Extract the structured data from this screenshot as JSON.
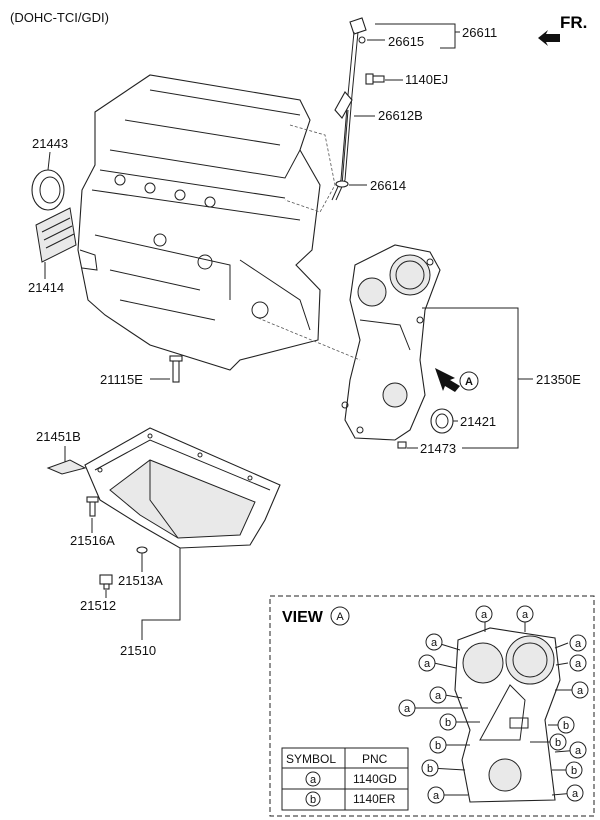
{
  "header": {
    "engine_variant": "(DOHC-TCI/GDI)",
    "front_label": "FR."
  },
  "parts": {
    "p26611": "26611",
    "p26615": "26615",
    "p1140EJ": "1140EJ",
    "p26612B": "26612B",
    "p26614": "26614",
    "p21443": "21443",
    "p21414": "21414",
    "p21115E": "21115E",
    "p21350E": "21350E",
    "p21421": "21421",
    "p21473": "21473",
    "p21451B": "21451B",
    "p21516A": "21516A",
    "p21513A": "21513A",
    "p21512": "21512",
    "p21510": "21510"
  },
  "view_marker": "A",
  "view_panel": {
    "title": "VIEW",
    "marker": "A"
  },
  "bolt_symbols": {
    "a": "a",
    "b": "b"
  },
  "legend": {
    "headers": [
      "SYMBOL",
      "PNC"
    ],
    "rows": [
      {
        "symbol": "a",
        "pnc": "1140GD"
      },
      {
        "symbol": "b",
        "pnc": "1140ER"
      }
    ]
  }
}
